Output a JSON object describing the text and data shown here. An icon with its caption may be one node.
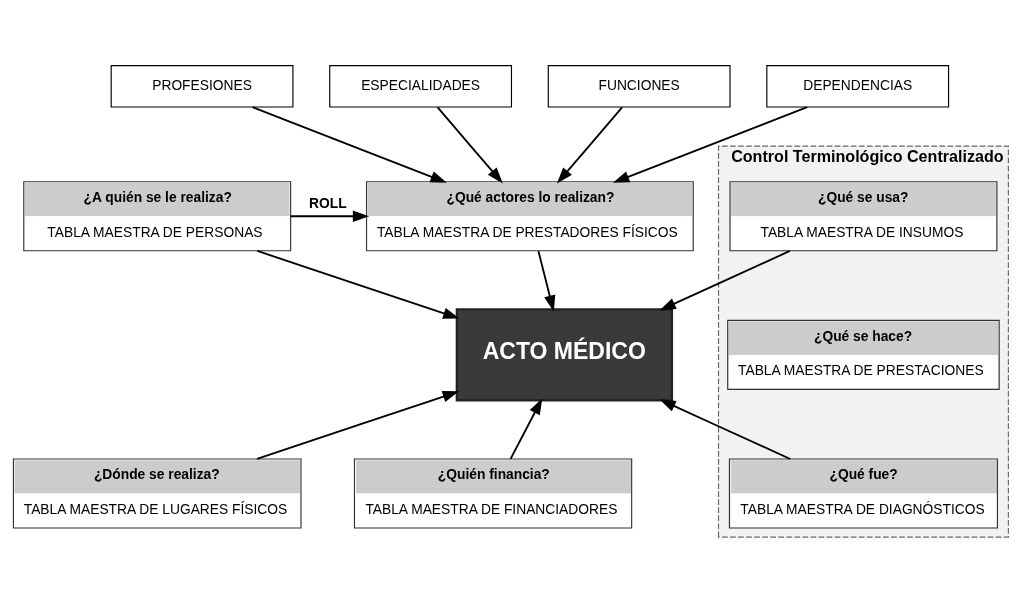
{
  "diagram": {
    "nodes": [
      {
        "text": [
          "Control Terminológico Centralizado"
        ]
      },
      {
        "text": [
          "¿Qué actores lo realizan?",
          "TABLA MAESTRA DE PRESTADORES FÍSICOS"
        ]
      },
      {
        "text": [
          "¿A quién se le realiza?",
          "TABLA MAESTRA DE PERSONAS"
        ]
      },
      {
        "text": [
          "¿Qué se usa?",
          "TABLA MAESTRA DE INSUMOS"
        ],
        "in": 0
      },
      {
        "text": [
          "PROFESIONES"
        ]
      },
      {
        "text": [
          "ESPECIALIDADES"
        ]
      },
      {
        "text": [
          "FUNCIONES"
        ]
      },
      {
        "text": [
          "DEPENDENCIAS"
        ]
      },
      {
        "text": [
          "ACTO MÉDICO"
        ]
      },
      {
        "text": [
          "¿Qué se hace?",
          "TABLA MAESTRA DE PRESTACIONES"
        ],
        "in": 0
      },
      {
        "text": [
          "¿Quién financia?",
          "TABLA MAESTRA DE FINANCIADORES"
        ]
      },
      {
        "text": [
          "¿Dónde se realiza?",
          "TABLA MAESTRA DE LUGARES FÍSICOS"
        ]
      },
      {
        "text": [
          "¿Qué fue?",
          "TABLA MAESTRA DE DIAGNÓSTICOS"
        ],
        "in": 0
      }
    ],
    "edges": [
      {
        "from": 2,
        "to": 1,
        "arrow": "to",
        "label": "ROLL"
      },
      {
        "from": 1,
        "to": 8,
        "arrow": "to"
      },
      {
        "from": 2,
        "to": 8,
        "arrow": "to"
      },
      {
        "from": 3,
        "to": 8,
        "arrow": "to"
      },
      {
        "from": 4,
        "to": 1,
        "arrow": "to"
      },
      {
        "from": 5,
        "to": 1,
        "arrow": "to"
      },
      {
        "from": 6,
        "to": 1,
        "arrow": "to"
      },
      {
        "from": 7,
        "to": 1,
        "arrow": "to"
      },
      {
        "from": 10,
        "to": 8,
        "arrow": "to"
      },
      {
        "from": 11,
        "to": 8,
        "arrow": "to"
      },
      {
        "from": 12,
        "to": 8,
        "arrow": "to"
      }
    ]
  }
}
